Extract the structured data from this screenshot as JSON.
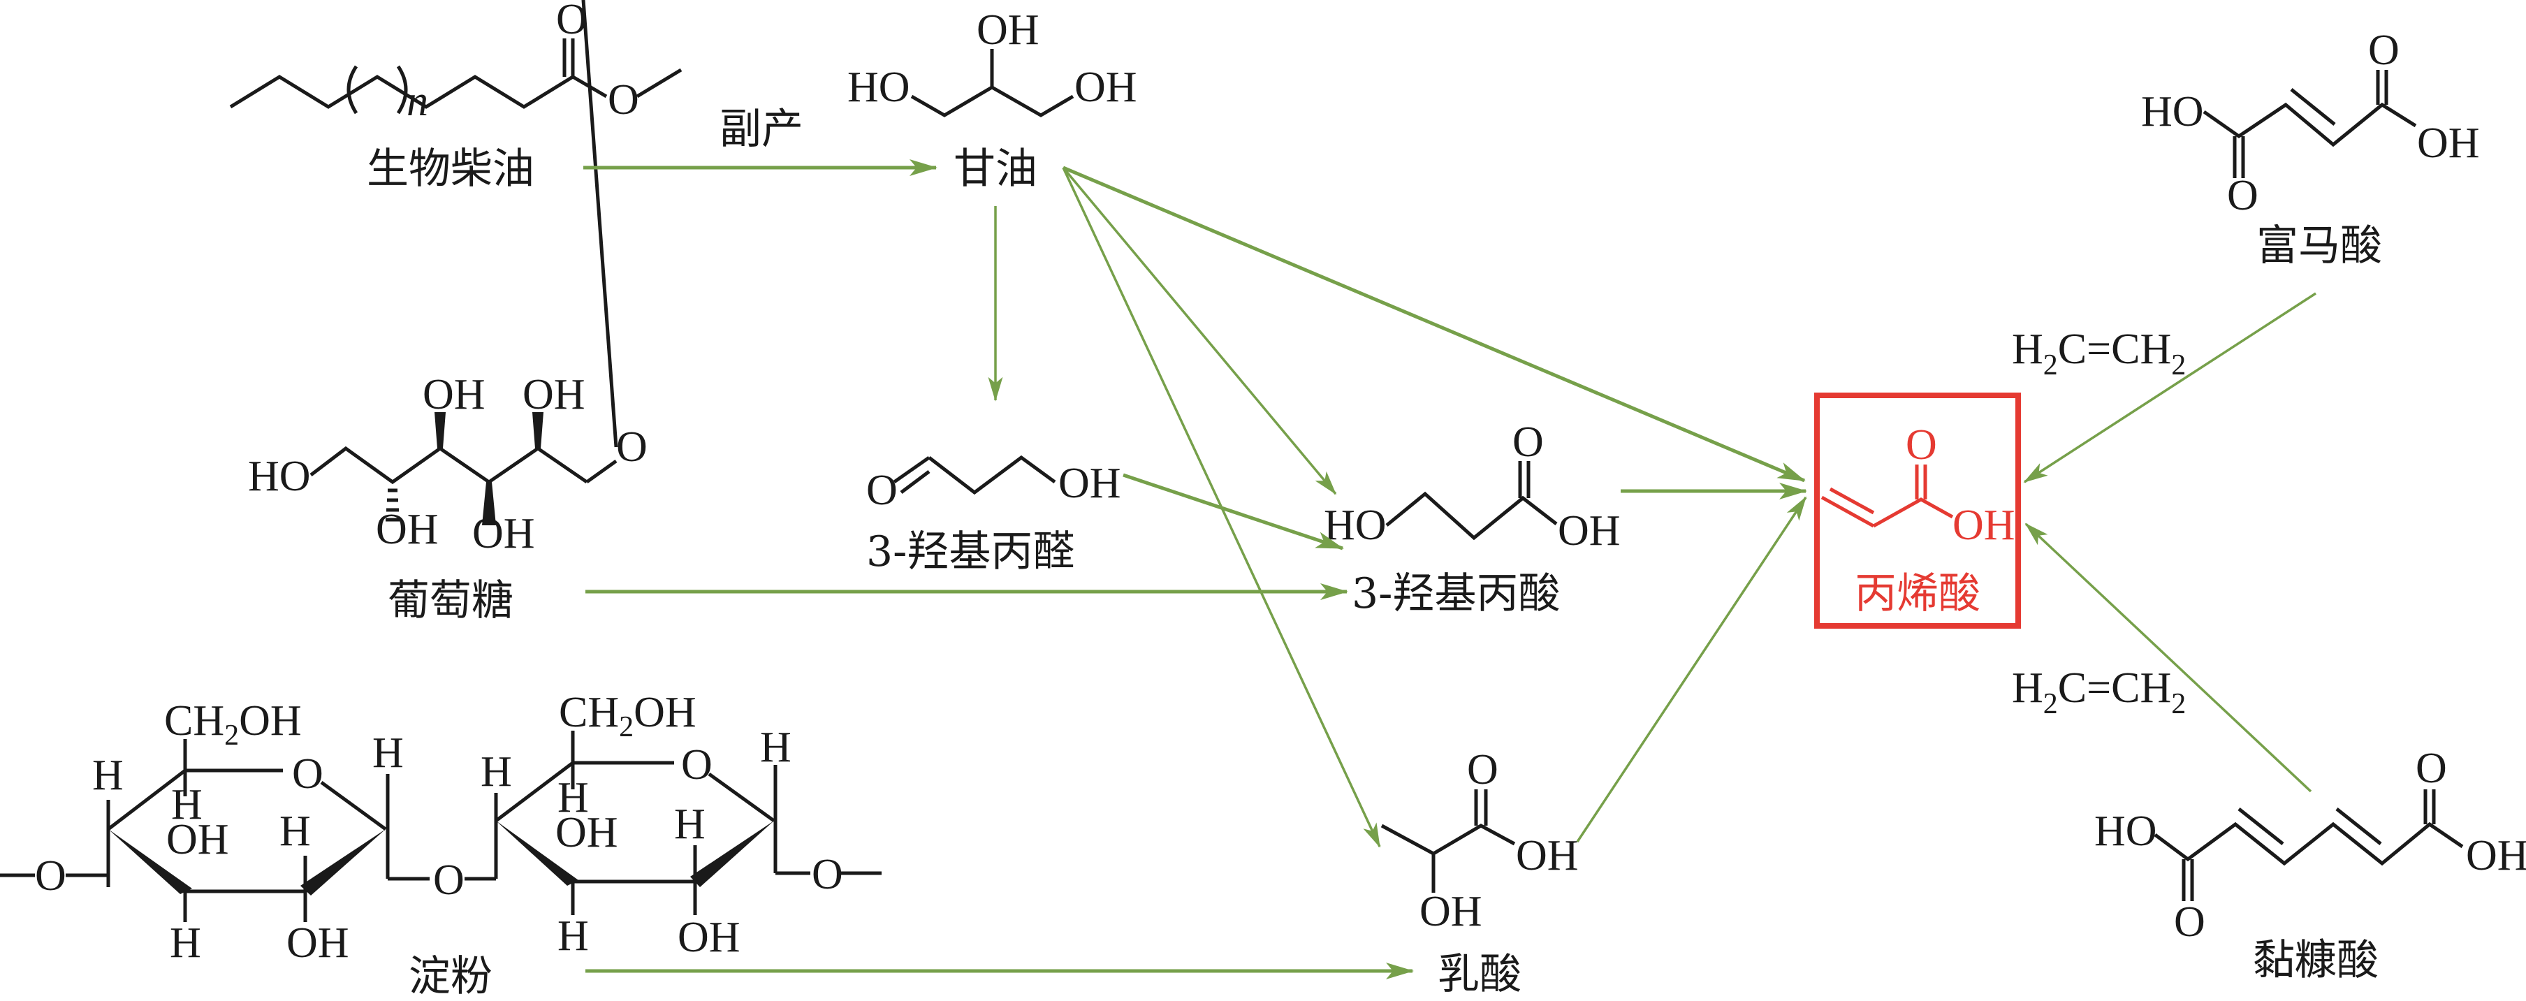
{
  "figure": {
    "type": "acrylic acid production pathways",
    "colors": {
      "arrow": "#76a04a",
      "highlight": "#e53a32",
      "structure": "#1a1a1a"
    }
  },
  "compounds": {
    "biodiesel": {
      "label": "生物柴油",
      "repeat_subscript": "n",
      "atoms": {
        "carbonyl_o": "O",
        "ester_o": "O"
      }
    },
    "glycerol": {
      "label": "甘油",
      "atoms": {
        "left": "HO",
        "top": "OH",
        "right": "OH"
      }
    },
    "glucose": {
      "label": "葡萄糖",
      "atoms": {
        "left": "HO",
        "top1": "OH",
        "top2": "OH",
        "bottom1": "OH",
        "bottom2": "OH",
        "aldehyde_o": "O"
      }
    },
    "starch": {
      "label": "淀粉",
      "atoms": {
        "ch2oh": "CH",
        "ch2oh_sub": "2",
        "ch2oh_tail": "OH",
        "h": "H",
        "oh": "OH",
        "o": "O",
        "bond_end": "—O"
      }
    },
    "hpa": {
      "label": "3-羟基丙醛",
      "atoms": {
        "o": "O",
        "oh": "OH"
      }
    },
    "hp_acid": {
      "label": "3-羟基丙酸",
      "atoms": {
        "ho": "HO",
        "o": "O",
        "oh": "OH"
      }
    },
    "lactic_acid": {
      "label": "乳酸",
      "atoms": {
        "o": "O",
        "oh": "OH",
        "oh_bottom": "OH"
      }
    },
    "acrylic_acid": {
      "label": "丙烯酸",
      "atoms": {
        "o": "O",
        "oh": "OH"
      },
      "highlighted": true
    },
    "fumaric_acid": {
      "label": "富马酸",
      "atoms": {
        "ho": "HO",
        "oh": "OH",
        "o": "O"
      }
    },
    "muconic_acid": {
      "label": "黏糠酸",
      "atoms": {
        "ho": "HO",
        "oh": "OH",
        "o": "O"
      }
    }
  },
  "reagents": {
    "ethylene_1": {
      "h": "H",
      "sub1": "2",
      "mid": "C=CH",
      "sub2": "2"
    },
    "ethylene_2": {
      "h": "H",
      "sub1": "2",
      "mid": "C=CH",
      "sub2": "2"
    }
  },
  "arrow_labels": {
    "biodiesel_to_glycerol": "副产"
  },
  "pathways": [
    {
      "from": "生物柴油",
      "to": "甘油",
      "label": "副产"
    },
    {
      "from": "甘油",
      "to": "3-羟基丙醛"
    },
    {
      "from": "甘油",
      "to": "3-羟基丙酸"
    },
    {
      "from": "甘油",
      "to": "乳酸"
    },
    {
      "from": "甘油",
      "to": "丙烯酸"
    },
    {
      "from": "3-羟基丙醛",
      "to": "3-羟基丙酸"
    },
    {
      "from": "葡萄糖",
      "to": "3-羟基丙酸"
    },
    {
      "from": "淀粉",
      "to": "乳酸"
    },
    {
      "from": "3-羟基丙酸",
      "to": "丙烯酸"
    },
    {
      "from": "乳酸",
      "to": "丙烯酸"
    },
    {
      "from": "富马酸",
      "to": "丙烯酸",
      "reagent": "H2C=CH2"
    },
    {
      "from": "黏糠酸",
      "to": "丙烯酸",
      "reagent": "H2C=CH2"
    }
  ]
}
